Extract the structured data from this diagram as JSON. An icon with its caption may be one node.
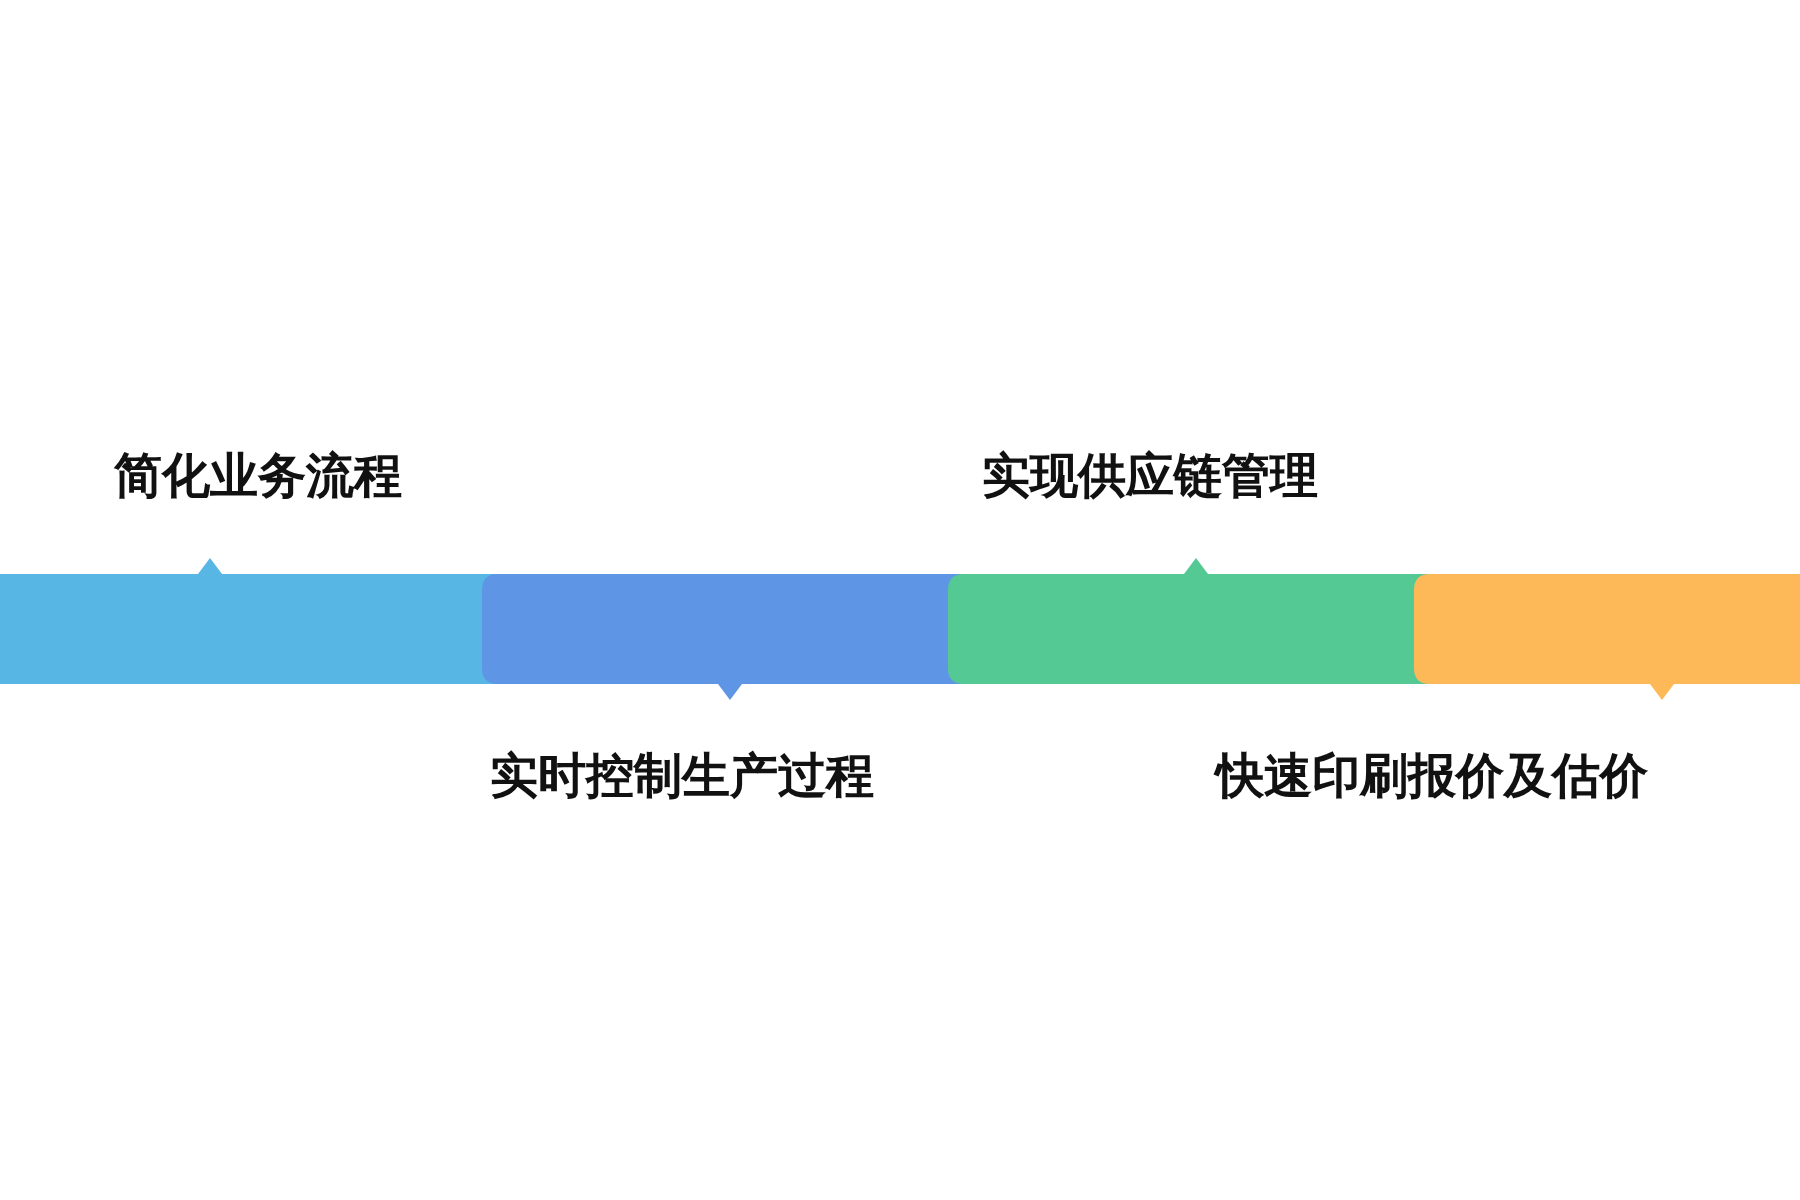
{
  "diagram": {
    "nodes": [
      {
        "text": [
          "简化业务流程"
        ]
      },
      {
        "text": [
          "实时控制生产过程"
        ]
      },
      {
        "text": [
          "实现供应链管理"
        ]
      },
      {
        "text": [
          "快速印刷报价及估价"
        ]
      }
    ]
  }
}
